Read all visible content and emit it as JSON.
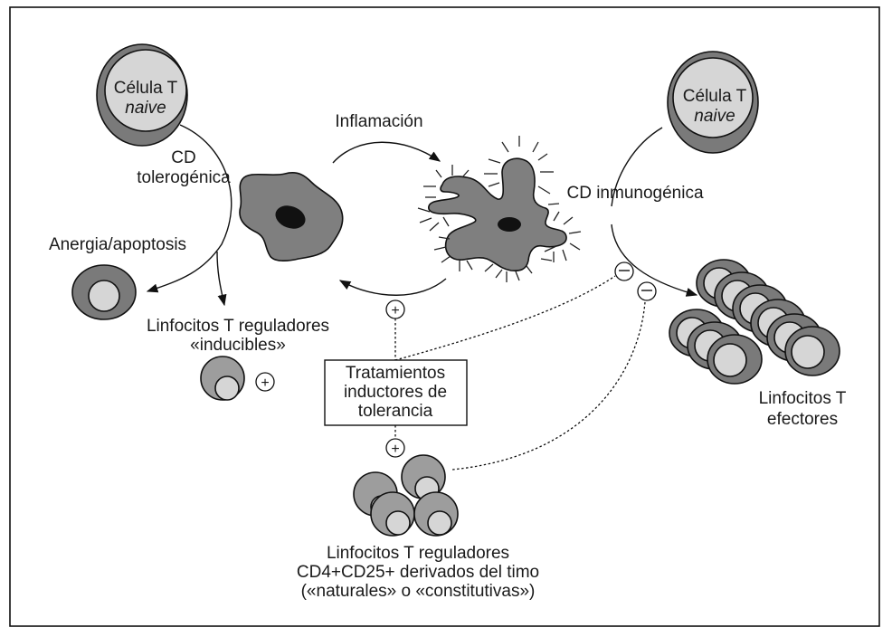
{
  "diagram": {
    "naive_cell_left": {
      "line1": "Célula T",
      "line2": "naive"
    },
    "naive_cell_right": {
      "line1": "Célula T",
      "line2": "naive"
    },
    "tolerogenic_dc": {
      "line1": "CD",
      "line2": "tolerogénica"
    },
    "inflammation": "Inflamación",
    "immunogenic_dc": "CD inmunogénica",
    "anergy": "Anergia/apoptosis",
    "inducible_treg": {
      "line1": "Linfocitos T reguladores",
      "line2": "«inducibles»"
    },
    "treatment_box": {
      "line1": "Tratamientos",
      "line2": "inductores de",
      "line3": "tolerancia"
    },
    "effector_t": {
      "line1": "Linfocitos T",
      "line2": "efectores"
    },
    "natural_treg": {
      "line1": "Linfocitos T reguladores",
      "line2": "CD4+CD25+ derivados del timo",
      "line3": "(«naturales» o «constitutivas»)"
    },
    "signs": {
      "plus": "+",
      "minus": "−"
    }
  }
}
